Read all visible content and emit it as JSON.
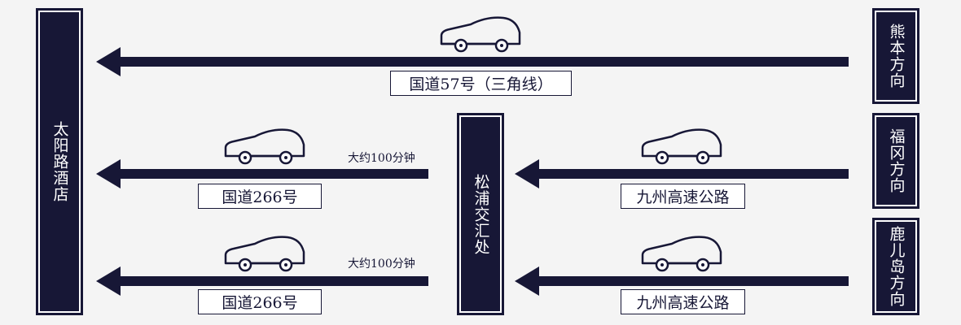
{
  "destination": "太阳路酒店",
  "junction": "松浦交汇处",
  "origins": {
    "kumamoto": "熊本方向",
    "fukuoka": "福冈方向",
    "kagoshima": "鹿儿岛方向"
  },
  "routes": {
    "top": "国道57号（三角线）",
    "mid_left": "国道266号",
    "mid_left_time": "大约100分钟",
    "mid_right": "九州高速公路",
    "bot_left": "国道266号",
    "bot_left_time": "大约100分钟",
    "bot_right": "九州高速公路"
  },
  "colors": {
    "navy": "#171736",
    "background": "#f4f4f4"
  },
  "icons": [
    "car-icon",
    "arrow-left-icon"
  ]
}
